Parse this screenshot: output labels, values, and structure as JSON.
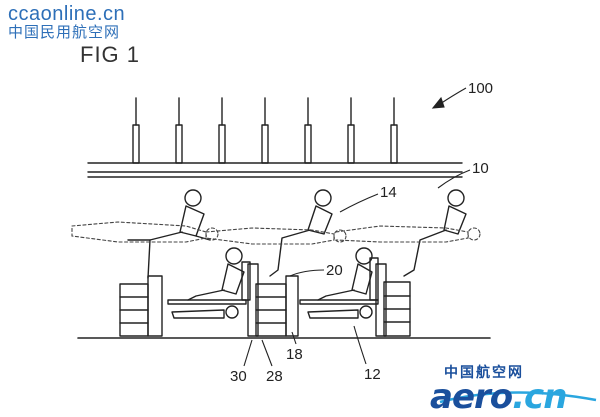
{
  "watermark_top": {
    "url": "ccaonline.cn",
    "chinese": "中国民用航空网"
  },
  "figure_label": "FIG 1",
  "reference_numerals": {
    "r100": "100",
    "r10": "10",
    "r14": "14",
    "r20": "20",
    "r30": "30",
    "r28": "28",
    "r18": "18",
    "r12": "12"
  },
  "watermark_bottom": {
    "chinese": "中国航空网",
    "logo_part1": "aero",
    "logo_part2": ".cn"
  }
}
